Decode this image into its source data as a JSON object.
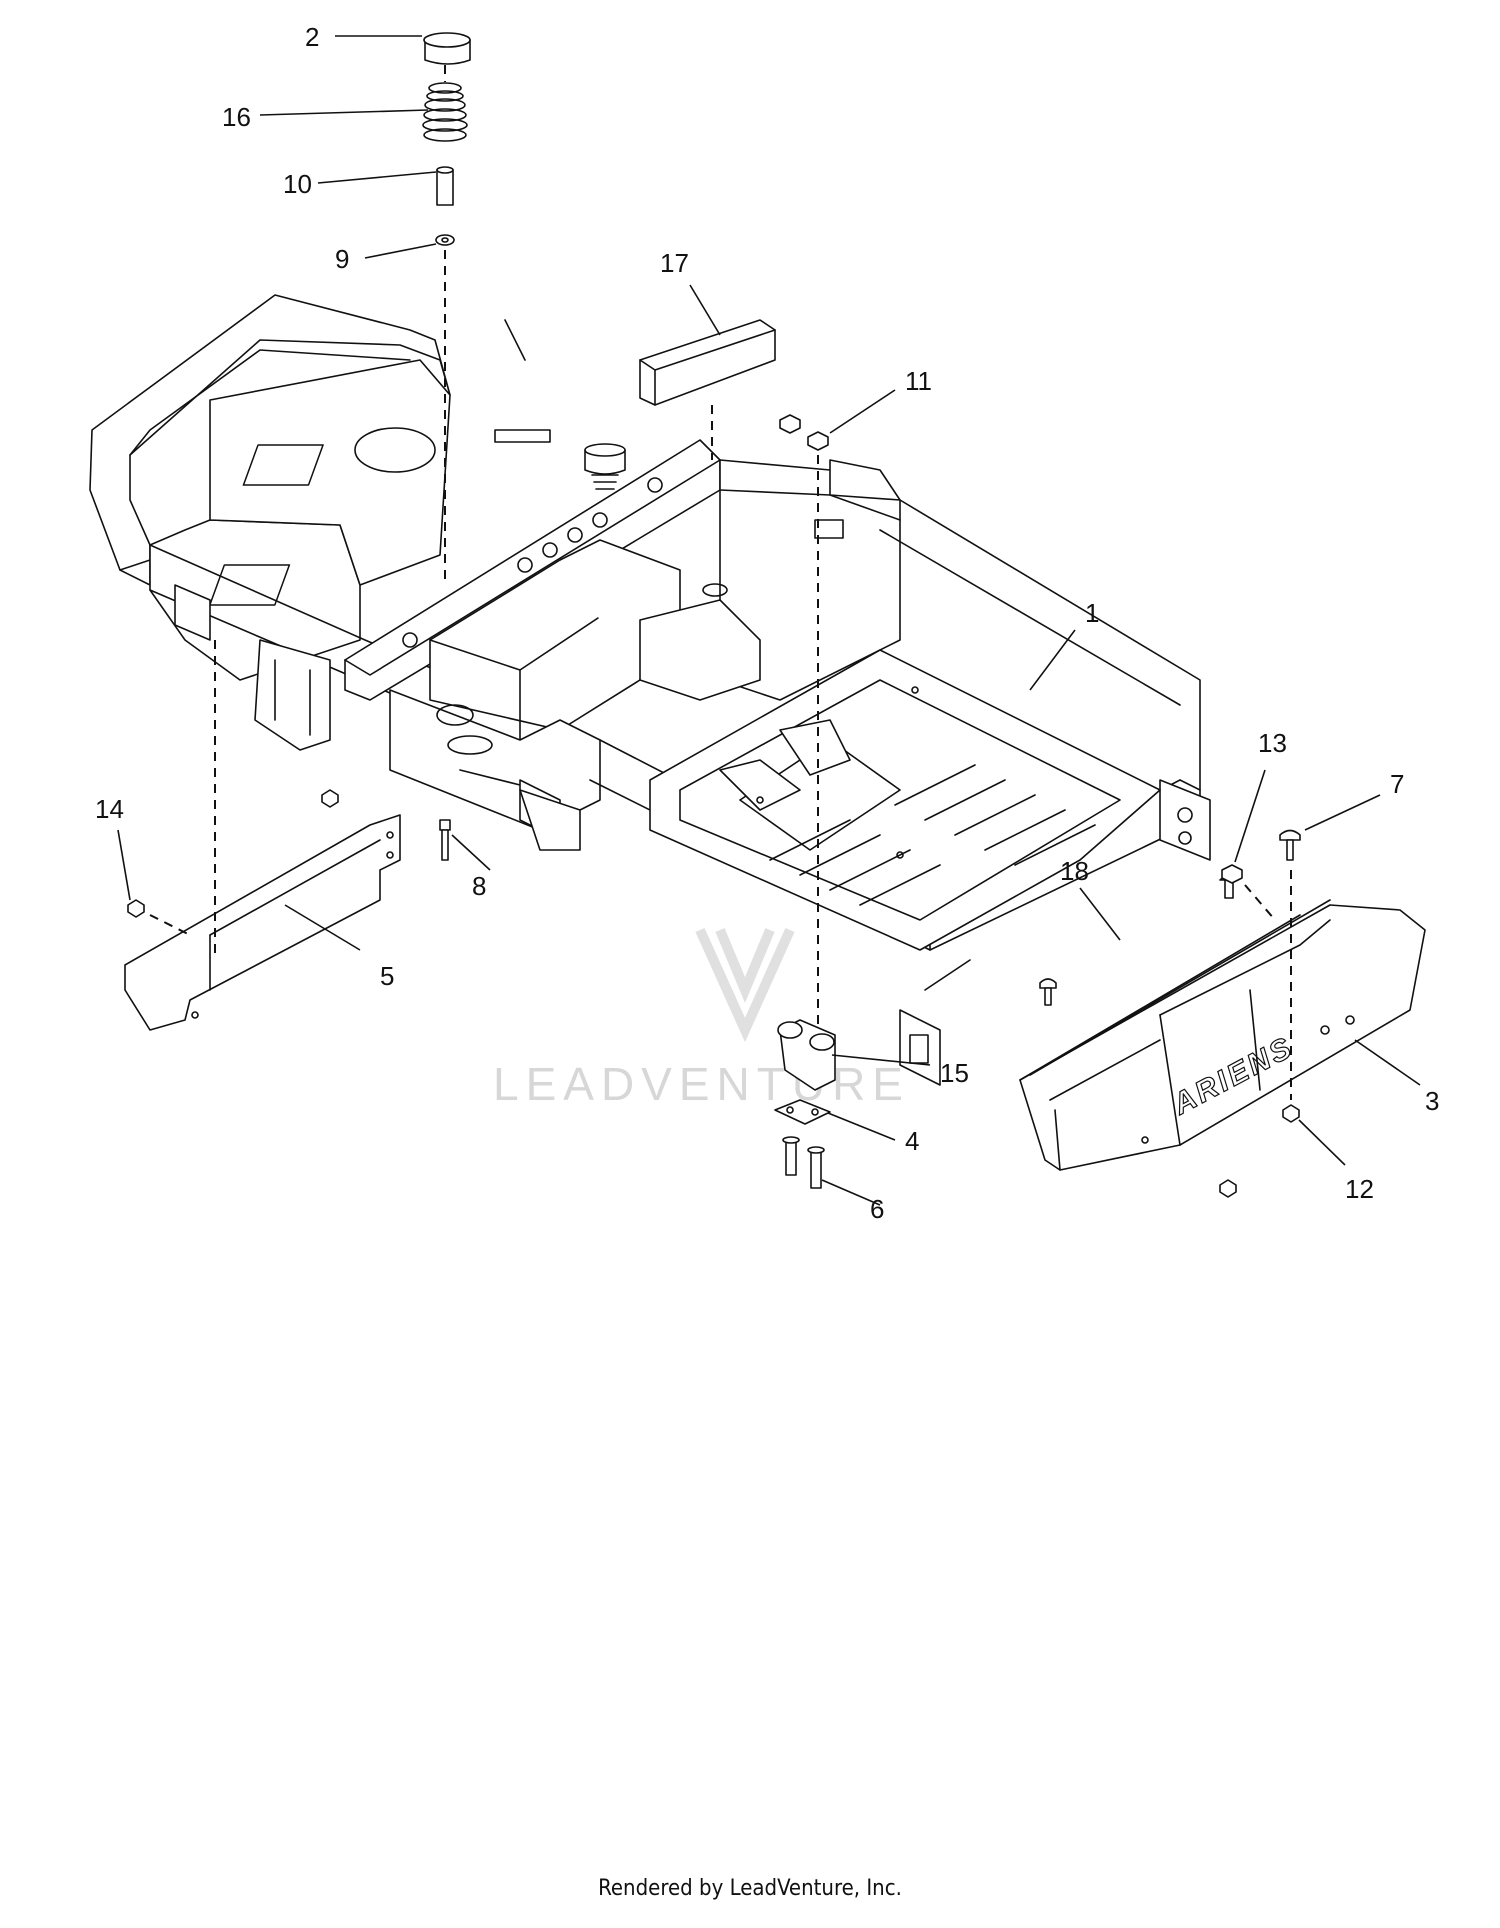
{
  "diagram": {
    "brand_text": "ARIENS",
    "watermark_text": "LEADVENTURE",
    "callouts": [
      "1",
      "2",
      "3",
      "4",
      "5",
      "6",
      "7",
      "8",
      "9",
      "10",
      "11",
      "12",
      "13",
      "14",
      "15",
      "16",
      "17",
      "18"
    ]
  },
  "footer": {
    "text": "Rendered by LeadVenture, Inc."
  }
}
